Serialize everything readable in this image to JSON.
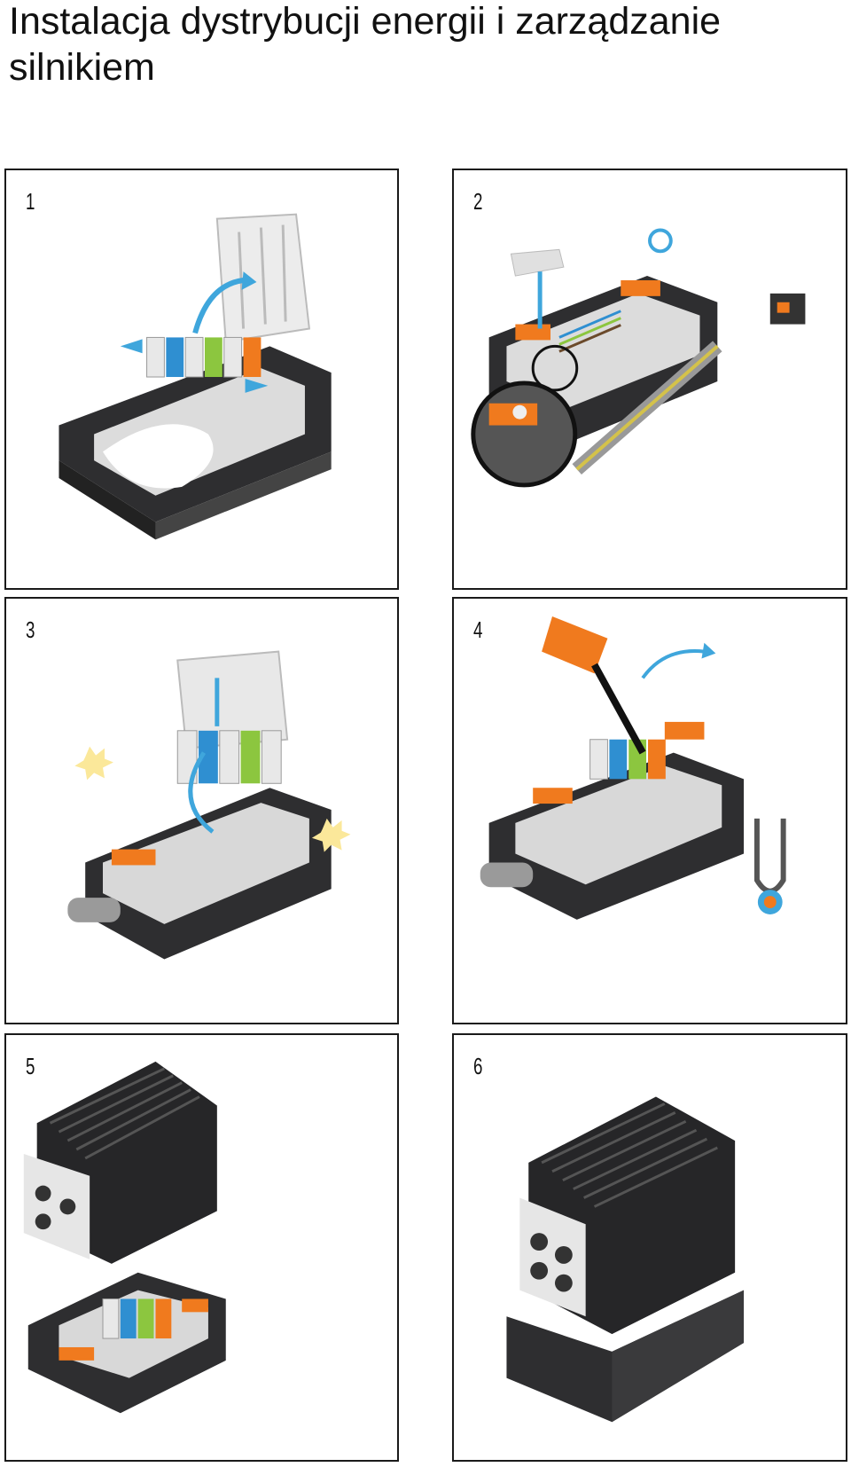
{
  "document": {
    "title": "Instalacja dystrybucji energii i zarządzanie silnikiem"
  },
  "steps": [
    {
      "number": "1"
    },
    {
      "number": "2"
    },
    {
      "number": "3"
    },
    {
      "number": "4"
    },
    {
      "number": "5"
    },
    {
      "number": "6"
    }
  ],
  "colors": {
    "housing": "#3b3b3d",
    "accent_orange": "#f07a1e",
    "arrow_blue": "#3fa6dc",
    "terminal_green": "#8cc63f",
    "terminal_blue": "#2f8fd1",
    "flash_yellow": "#fbe89a"
  }
}
